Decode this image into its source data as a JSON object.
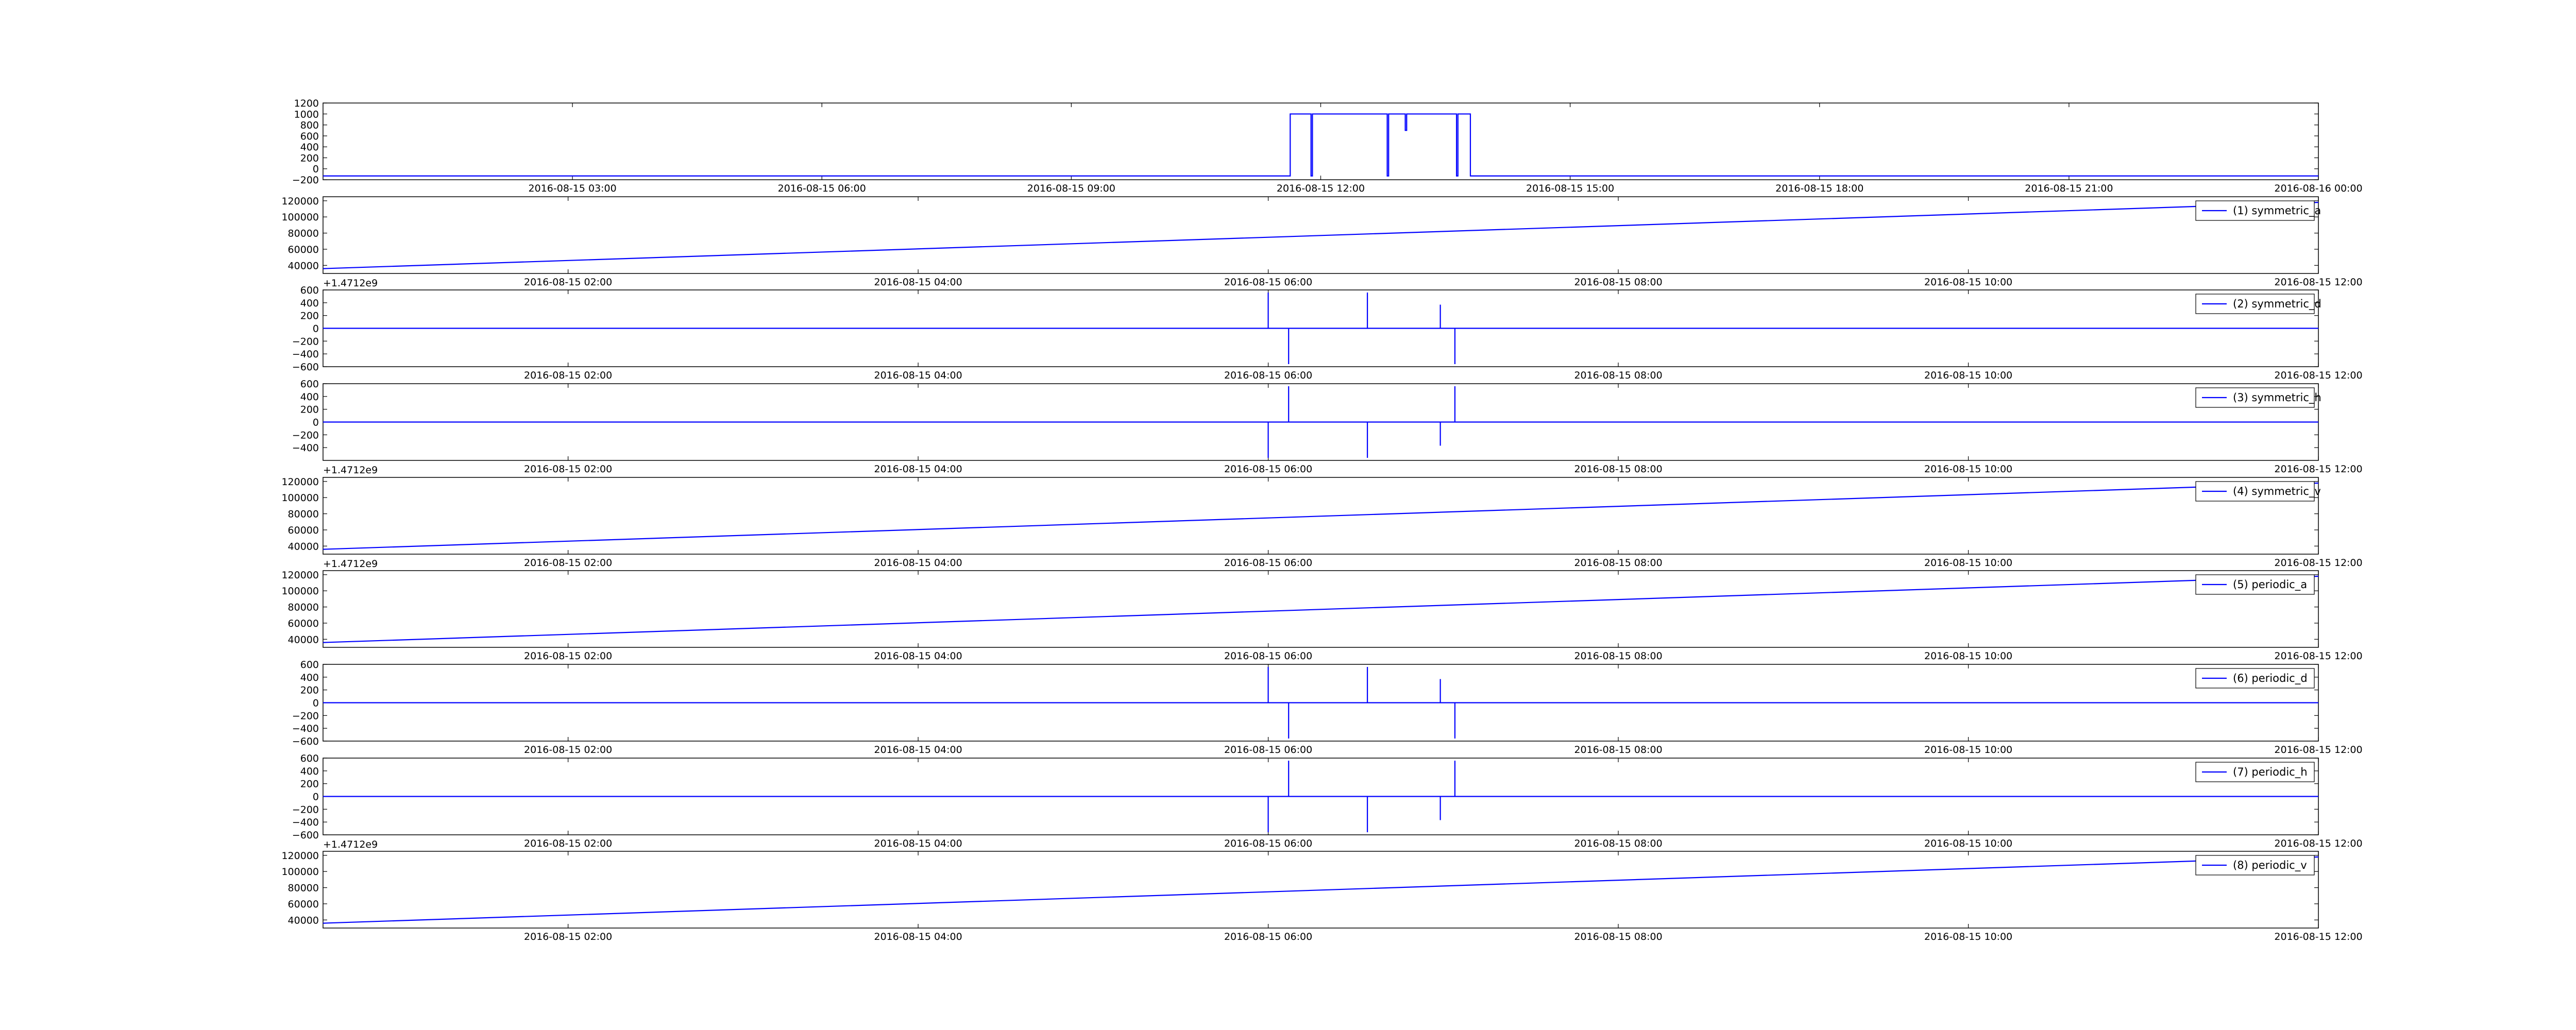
{
  "colors": {
    "line": "#0000ff",
    "axes": "#000000",
    "background": "#ffffff",
    "legend_border": "#000000"
  },
  "chart_data": [
    {
      "type": "line",
      "title": "",
      "xlabel": "",
      "ylabel": "",
      "offset_label": "",
      "xlim": [
        "2016-08-15 00:00",
        "2016-08-16 00:00"
      ],
      "ylim": [
        -200,
        1200
      ],
      "x_ticks": [
        "2016-08-15 03:00",
        "2016-08-15 06:00",
        "2016-08-15 09:00",
        "2016-08-15 12:00",
        "2016-08-15 15:00",
        "2016-08-15 18:00",
        "2016-08-15 21:00",
        "2016-08-16 00:00"
      ],
      "y_ticks": [
        "1200",
        "1000",
        "800",
        "600",
        "400",
        "200",
        "0",
        "−200"
      ],
      "legend": null,
      "series": [
        {
          "x": [
            "2016-08-15 00:00",
            "2016-08-15 11:38",
            "2016-08-15 11:38",
            "2016-08-15 11:53",
            "2016-08-15 11:53",
            "2016-08-15 11:54",
            "2016-08-15 11:54",
            "2016-08-15 12:48",
            "2016-08-15 12:48",
            "2016-08-15 12:49",
            "2016-08-15 12:49",
            "2016-08-15 13:01",
            "2016-08-15 13:01",
            "2016-08-15 13:02",
            "2016-08-15 13:02",
            "2016-08-15 13:38",
            "2016-08-15 13:38",
            "2016-08-15 13:39",
            "2016-08-15 13:39",
            "2016-08-15 13:48",
            "2016-08-15 13:48",
            "2016-08-16 00:00"
          ],
          "values": [
            -130,
            -130,
            1000,
            1000,
            -130,
            -130,
            1000,
            1000,
            -130,
            -130,
            1000,
            1000,
            700,
            700,
            1000,
            1000,
            -130,
            -130,
            1000,
            1000,
            -130,
            -130
          ]
        }
      ]
    },
    {
      "type": "line",
      "title": "",
      "xlabel": "",
      "ylabel": "",
      "offset_label": "+1.4712e9",
      "xlim": [
        "2016-08-15 00:36",
        "2016-08-15 12:00"
      ],
      "ylim": [
        30000,
        125000
      ],
      "x_ticks": [
        "2016-08-15 02:00",
        "2016-08-15 04:00",
        "2016-08-15 06:00",
        "2016-08-15 08:00",
        "2016-08-15 10:00",
        "2016-08-15 12:00"
      ],
      "y_ticks": [
        "120000",
        "100000",
        "80000",
        "60000",
        "40000"
      ],
      "legend": {
        "label": "(1) symmetric_a",
        "position": "upper right"
      },
      "series": [
        {
          "name": "(1) symmetric_a",
          "x": [
            "2016-08-15 00:36",
            "2016-08-15 12:00"
          ],
          "values": [
            36000,
            118000
          ]
        }
      ]
    },
    {
      "type": "line",
      "title": "",
      "xlabel": "",
      "ylabel": "",
      "offset_label": "",
      "xlim": [
        "2016-08-15 00:36",
        "2016-08-15 12:00"
      ],
      "ylim": [
        -600,
        600
      ],
      "x_ticks": [
        "2016-08-15 02:00",
        "2016-08-15 04:00",
        "2016-08-15 06:00",
        "2016-08-15 08:00",
        "2016-08-15 10:00",
        "2016-08-15 12:00"
      ],
      "y_ticks": [
        "600",
        "400",
        "200",
        "0",
        "−200",
        "−400",
        "−600"
      ],
      "legend": {
        "label": "(2) symmetric_d",
        "position": "upper right"
      },
      "series": [
        {
          "name": "(2) symmetric_d",
          "spikes": [
            {
              "x": "2016-08-15 06:00",
              "values": [
                0,
                560
              ]
            },
            {
              "x": "2016-08-15 06:07",
              "values": [
                0,
                -560
              ]
            },
            {
              "x": "2016-08-15 06:34",
              "values": [
                0,
                560
              ]
            },
            {
              "x": "2016-08-15 06:59",
              "values": [
                0,
                370
              ]
            },
            {
              "x": "2016-08-15 07:04",
              "values": [
                0,
                -560
              ]
            }
          ]
        }
      ]
    },
    {
      "type": "line",
      "title": "",
      "xlabel": "",
      "ylabel": "",
      "offset_label": "+1.4712e9",
      "xlim": [
        "2016-08-15 00:36",
        "2016-08-15 12:00"
      ],
      "ylim": [
        -600,
        600
      ],
      "x_ticks": [
        "2016-08-15 02:00",
        "2016-08-15 04:00",
        "2016-08-15 06:00",
        "2016-08-15 08:00",
        "2016-08-15 10:00",
        "2016-08-15 12:00"
      ],
      "y_ticks": [
        "600",
        "400",
        "200",
        "0",
        "−200",
        "−400"
      ],
      "legend": {
        "label": "(3) symmetric_h",
        "position": "upper right"
      },
      "series": [
        {
          "name": "(3) symmetric_h",
          "spikes": [
            {
              "x": "2016-08-15 06:00",
              "values": [
                0,
                -560
              ]
            },
            {
              "x": "2016-08-15 06:07",
              "values": [
                0,
                560
              ]
            },
            {
              "x": "2016-08-15 06:34",
              "values": [
                0,
                -560
              ]
            },
            {
              "x": "2016-08-15 06:59",
              "values": [
                0,
                -370
              ]
            },
            {
              "x": "2016-08-15 07:04",
              "values": [
                0,
                560
              ]
            }
          ]
        }
      ]
    },
    {
      "type": "line",
      "title": "",
      "xlabel": "",
      "ylabel": "",
      "offset_label": "+1.4712e9",
      "xlim": [
        "2016-08-15 00:36",
        "2016-08-15 12:00"
      ],
      "ylim": [
        30000,
        125000
      ],
      "x_ticks": [
        "2016-08-15 02:00",
        "2016-08-15 04:00",
        "2016-08-15 06:00",
        "2016-08-15 08:00",
        "2016-08-15 10:00",
        "2016-08-15 12:00"
      ],
      "y_ticks": [
        "120000",
        "100000",
        "80000",
        "60000",
        "40000"
      ],
      "legend": {
        "label": "(4) symmetric_v",
        "position": "upper right"
      },
      "series": [
        {
          "name": "(4) symmetric_v",
          "x": [
            "2016-08-15 00:36",
            "2016-08-15 12:00"
          ],
          "values": [
            36000,
            118000
          ]
        }
      ]
    },
    {
      "type": "line",
      "title": "",
      "xlabel": "",
      "ylabel": "",
      "offset_label": "",
      "xlim": [
        "2016-08-15 00:36",
        "2016-08-15 12:00"
      ],
      "ylim": [
        30000,
        125000
      ],
      "x_ticks": [
        "2016-08-15 02:00",
        "2016-08-15 04:00",
        "2016-08-15 06:00",
        "2016-08-15 08:00",
        "2016-08-15 10:00",
        "2016-08-15 12:00"
      ],
      "y_ticks": [
        "120000",
        "100000",
        "80000",
        "60000",
        "40000"
      ],
      "legend": {
        "label": "(5) periodic_a",
        "position": "upper right"
      },
      "series": [
        {
          "name": "(5) periodic_a",
          "x": [
            "2016-08-15 00:36",
            "2016-08-15 12:00"
          ],
          "values": [
            36000,
            118000
          ]
        }
      ]
    },
    {
      "type": "line",
      "title": "",
      "xlabel": "",
      "ylabel": "",
      "offset_label": "",
      "xlim": [
        "2016-08-15 00:36",
        "2016-08-15 12:00"
      ],
      "ylim": [
        -600,
        600
      ],
      "x_ticks": [
        "2016-08-15 02:00",
        "2016-08-15 04:00",
        "2016-08-15 06:00",
        "2016-08-15 08:00",
        "2016-08-15 10:00",
        "2016-08-15 12:00"
      ],
      "y_ticks": [
        "600",
        "400",
        "200",
        "0",
        "−200",
        "−400",
        "−600"
      ],
      "legend": {
        "label": "(6) periodic_d",
        "position": "upper right"
      },
      "series": [
        {
          "name": "(6) periodic_d",
          "spikes": [
            {
              "x": "2016-08-15 06:00",
              "values": [
                0,
                560
              ]
            },
            {
              "x": "2016-08-15 06:07",
              "values": [
                0,
                -560
              ]
            },
            {
              "x": "2016-08-15 06:34",
              "values": [
                0,
                560
              ]
            },
            {
              "x": "2016-08-15 06:59",
              "values": [
                0,
                370
              ]
            },
            {
              "x": "2016-08-15 07:04",
              "values": [
                0,
                -560
              ]
            }
          ]
        }
      ]
    },
    {
      "type": "line",
      "title": "",
      "xlabel": "",
      "ylabel": "",
      "offset_label": "+1.4712e9",
      "xlim": [
        "2016-08-15 00:36",
        "2016-08-15 12:00"
      ],
      "ylim": [
        -600,
        600
      ],
      "x_ticks": [
        "2016-08-15 02:00",
        "2016-08-15 04:00",
        "2016-08-15 06:00",
        "2016-08-15 08:00",
        "2016-08-15 10:00",
        "2016-08-15 12:00"
      ],
      "y_ticks": [
        "600",
        "400",
        "200",
        "0",
        "−200",
        "−400",
        "−600"
      ],
      "legend": {
        "label": "(7) periodic_h",
        "position": "upper right"
      },
      "series": [
        {
          "name": "(7) periodic_h",
          "spikes": [
            {
              "x": "2016-08-15 06:00",
              "values": [
                0,
                -560
              ]
            },
            {
              "x": "2016-08-15 06:07",
              "values": [
                0,
                560
              ]
            },
            {
              "x": "2016-08-15 06:34",
              "values": [
                0,
                -560
              ]
            },
            {
              "x": "2016-08-15 06:59",
              "values": [
                0,
                -370
              ]
            },
            {
              "x": "2016-08-15 07:04",
              "values": [
                0,
                560
              ]
            }
          ]
        }
      ]
    },
    {
      "type": "line",
      "title": "",
      "xlabel": "",
      "ylabel": "",
      "offset_label": "",
      "xlim": [
        "2016-08-15 00:36",
        "2016-08-15 12:00"
      ],
      "ylim": [
        30000,
        125000
      ],
      "x_ticks": [
        "2016-08-15 02:00",
        "2016-08-15 04:00",
        "2016-08-15 06:00",
        "2016-08-15 08:00",
        "2016-08-15 10:00",
        "2016-08-15 12:00"
      ],
      "y_ticks": [
        "120000",
        "100000",
        "80000",
        "60000",
        "40000"
      ],
      "legend": {
        "label": "(8) periodic_v",
        "position": "upper right"
      },
      "series": [
        {
          "name": "(8) periodic_v",
          "x": [
            "2016-08-15 00:36",
            "2016-08-15 12:00"
          ],
          "values": [
            36000,
            118000
          ]
        }
      ]
    }
  ]
}
